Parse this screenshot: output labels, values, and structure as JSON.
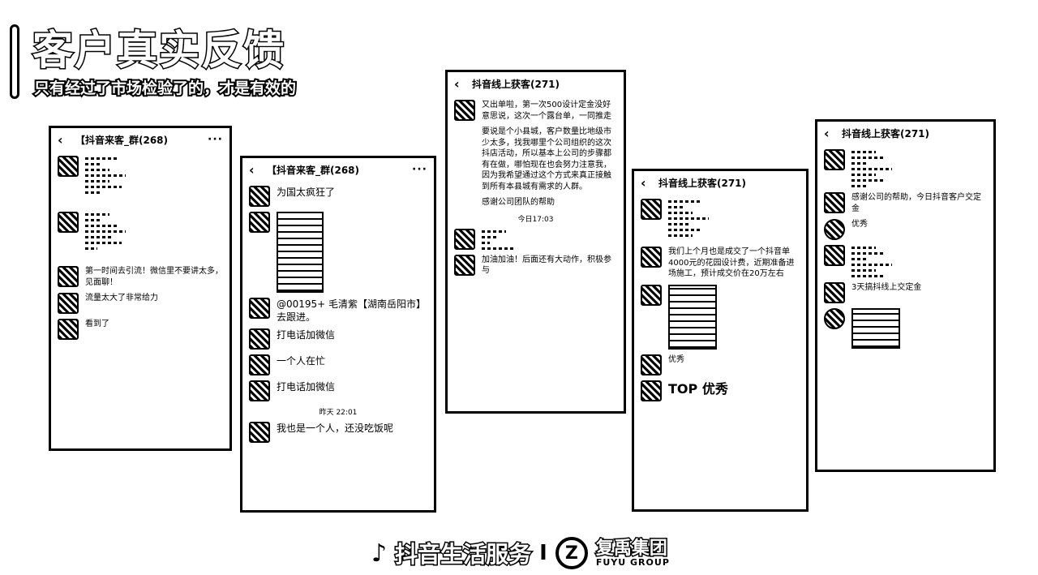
{
  "header": {
    "title": "客户真实反馈",
    "subtitle": "只有经过了市场检验了的，才是有效的"
  },
  "screens": [
    {
      "chat_title": "【抖音来客_群(268)",
      "messages": [
        "第一时间去引流！微信里不要讲太多，见面聊！",
        "流量太大了非常给力",
        "看到了"
      ]
    },
    {
      "chat_title": "【抖音来客_群(268)",
      "messages": [
        "为国太疯狂了",
        "@00195+ 毛清紫【湖南岳阳市】 去跟进。",
        "打电话加微信",
        "一个人在忙",
        "打电话加微信",
        "我也是一个人，还没吃饭呢"
      ],
      "time": "昨天 22:01"
    },
    {
      "chat_title": "抖音线上获客(271)",
      "messages": [
        "又出单啦，第一次500设计定金没好意思说，这次一个露台单，一同推走",
        "要说是个小县城，客户数量比地级市少太多，找我哪里个公司组织的这次抖店活动，所以基本上公司的步骤都有在做，哪怕现在也会努力注意我，因为我希望通过这个方式来真正接触到所有本县城有需求的人群。",
        "感谢公司团队的帮助",
        "加油加油！后面还有大动作，积极参与"
      ],
      "time": "今日17:03"
    },
    {
      "chat_title": "抖音线上获客(271)",
      "messages": [
        "我们上个月也是成交了一个抖音单 4000元的花园设计费，近期准备进场施工，预计成交价在20万左右",
        "优秀",
        "TOP 优秀"
      ]
    },
    {
      "chat_title": "抖音线上获客(271)",
      "messages": [
        "感谢公司的帮助，今日抖音客户交定金",
        "优秀",
        "3天搞抖线上交定金"
      ]
    }
  ],
  "footer": {
    "brand": "抖音生活服务",
    "separator": "I",
    "group_cn": "复禹集团",
    "group_en": "FUYU GROUP",
    "logo_letter": "Z"
  }
}
